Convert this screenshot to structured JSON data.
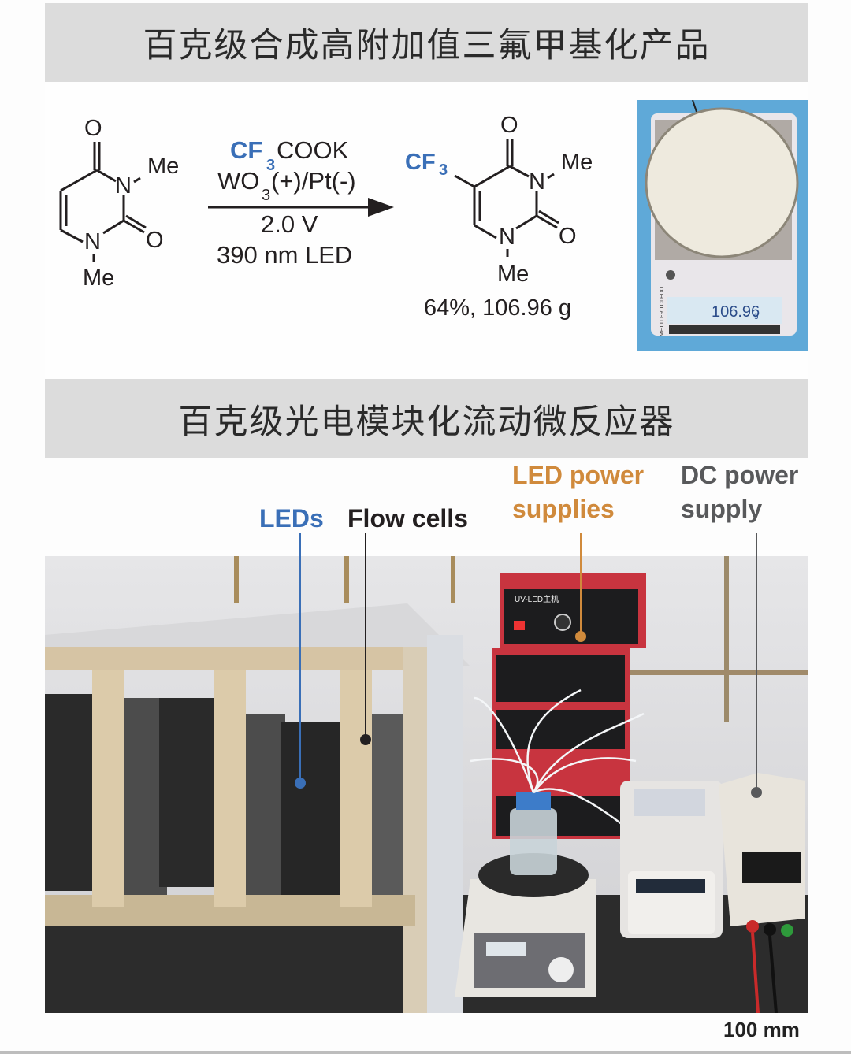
{
  "sections": {
    "top_title": "百克级合成高附加值三氟甲基化产品",
    "bottom_title": "百克级光电模块化流动微反应器"
  },
  "reaction": {
    "reactant": {
      "atoms": {
        "o_top": "O",
        "n3": "N",
        "n3_sub": "Me",
        "n1": "N",
        "n1_sub": "Me",
        "o_right": "O"
      }
    },
    "conditions": {
      "reagent_colored": "CF",
      "reagent_colored_sub": "3",
      "reagent_rest": "COOK",
      "electrodes_pre": "WO",
      "electrodes_sub": "3",
      "electrodes_post": "(+)/Pt(-)",
      "voltage": "2.0 V",
      "light": "390 nm LED"
    },
    "product": {
      "cf3_main": "CF",
      "cf3_sub": "3",
      "atoms": {
        "o_top": "O",
        "n3": "N",
        "n3_sub": "Me",
        "n1": "N",
        "n1_sub": "Me",
        "o_right": "O"
      },
      "yield_text": "64%, 106.96 g"
    }
  },
  "scale_photo": {
    "display_reading": "106.96",
    "display_unit": "g",
    "brand": "METTLER TOLEDO"
  },
  "annotations": {
    "leds": "LEDs",
    "flow_cells": "Flow cells",
    "led_power_line1": "LED power",
    "led_power_line2": "supplies",
    "dc_power_line1": "DC power",
    "dc_power_line2": "supply"
  },
  "device_labels": {
    "uv_led_unit": "UV-LED主机"
  },
  "scale_bar": "100 mm",
  "colors": {
    "blue": "#3a6fb7",
    "orange": "#d08a3c",
    "dark_gray": "#58595b",
    "banner_bg": "#dcdcdc"
  }
}
